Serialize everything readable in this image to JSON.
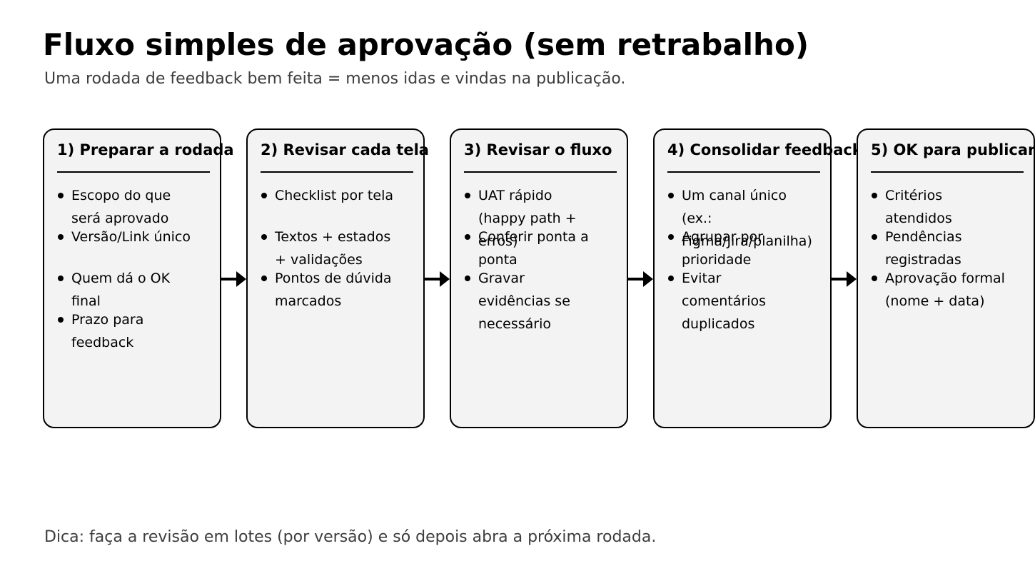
{
  "header": {
    "title": "Fluxo simples de aprovação (sem retrabalho)",
    "subtitle": "Uma rodada de feedback bem feita = menos idas e vindas na publicação."
  },
  "boxes": [
    {
      "title": "1) Preparar a rodada",
      "bullets": [
        "Escopo do que\nserá aprovado",
        "Versão/Link único",
        "Quem dá o OK\nfinal",
        "Prazo para\nfeedback"
      ]
    },
    {
      "title": "2) Revisar cada tela",
      "bullets": [
        "Checklist por tela",
        "Textos + estados\n+ validações",
        "Pontos de dúvida\nmarcados"
      ]
    },
    {
      "title": "3) Revisar o fluxo",
      "bullets": [
        "UAT rápido\n(happy path +\nerros)",
        "Conferir ponta a\nponta",
        "Gravar\nevidências se\nnecessário"
      ]
    },
    {
      "title": "4) Consolidar feedback",
      "bullets": [
        "Um canal único\n(ex.:\nFigma/Jira/planilha)",
        "Agrupar por\nprioridade",
        "Evitar\ncomentários\nduplicados"
      ]
    },
    {
      "title": "5) OK para publicar",
      "bullets": [
        "Critérios\natendidos",
        "Pendências\nregistradas",
        "Aprovação formal\n(nome + data)"
      ]
    }
  ],
  "footer": {
    "tip": "Dica: faça a revisão em lotes (por versão) e só depois abra a próxima rodada."
  },
  "colors": {
    "box_fill": "#f3f3f3",
    "box_border": "#000000",
    "arrow": "#000000",
    "text": "#000000",
    "muted_text": "#3d3d3d",
    "background": "#ffffff"
  }
}
